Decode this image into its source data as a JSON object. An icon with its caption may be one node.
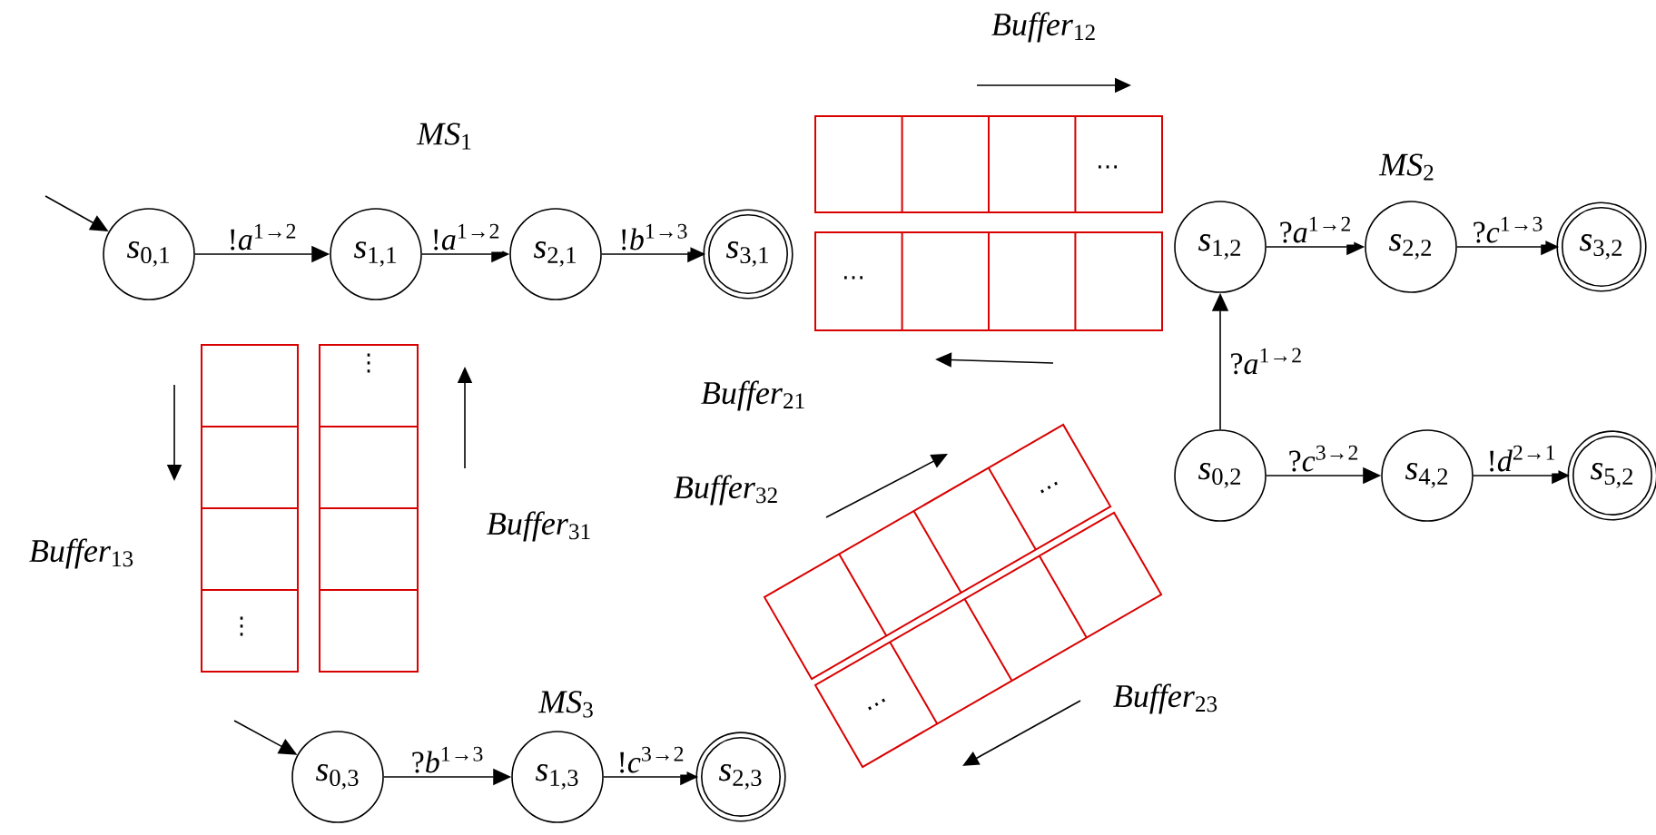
{
  "diagram": {
    "nodes": [
      {
        "text": [
          "*s*$_{0,1}$"
        ]
      },
      {
        "text": [
          "*s*$_{1,1}$"
        ]
      },
      {
        "text": [
          "*s*$_{2,1}$"
        ]
      },
      {
        "text": [
          "*s*$_{3,1}$"
        ]
      },
      {
        "text": [
          "*s*$_{1,2}$"
        ]
      },
      {
        "text": [
          "*s*$_{2,2}$"
        ]
      },
      {
        "text": [
          "*s*$_{3,2}$"
        ]
      },
      {
        "text": [
          "*s*$_{0,2}$"
        ]
      },
      {
        "text": [
          "*s*$_{4,2}$"
        ]
      },
      {
        "text": [
          "*s*$_{5,2}$"
        ]
      },
      {
        "text": [
          "*s*$_{0,3}$"
        ]
      },
      {
        "text": [
          "*s*$_{1,3}$"
        ]
      },
      {
        "text": [
          "*s*$_{2,3}$"
        ]
      }
    ],
    "edges": [
      {
        "from": null,
        "to": 0,
        "arrow": "to"
      },
      {
        "from": 0,
        "to": 1,
        "arrow": "to",
        "label": "!*a*$^{1→2}$"
      },
      {
        "from": 1,
        "to": 2,
        "arrow": "to",
        "label": "!*a*$^{1→2}$"
      },
      {
        "from": 2,
        "to": 3,
        "arrow": "to",
        "label": "!*b*$^{1→3}$"
      },
      {
        "from": 4,
        "to": 5,
        "arrow": "to",
        "label": "?*a*$^{1→2}$"
      },
      {
        "from": 5,
        "to": 6,
        "arrow": "to",
        "label": "?*c*$^{1→3}$"
      },
      {
        "from": 7,
        "to": 4,
        "arrow": "to",
        "label": "?*a*$^{1→2}$"
      },
      {
        "from": 7,
        "to": 8,
        "arrow": "to",
        "label": "?*c*$^{3→2}$"
      },
      {
        "from": 8,
        "to": 9,
        "arrow": "to",
        "label": "!*d*$^{2→1}$"
      },
      {
        "from": null,
        "to": 10,
        "arrow": "to"
      },
      {
        "from": 10,
        "to": 11,
        "arrow": "to",
        "label": "?*b*$^{1→3}$"
      },
      {
        "from": 11,
        "to": 12,
        "arrow": "to",
        "label": "!*c*$^{3→2}$"
      }
    ],
    "labels": [
      "*Buffer*$_{12}$",
      "*MS*$_{1}$",
      "*MS*$_{2}$",
      "…",
      "…",
      "⋮",
      "*Buffer*$_{21}$",
      "*Buffer*$_{32}$",
      "…",
      "*Buffer*$_{31}$",
      "*Buffer*$_{13}$",
      "⋮",
      "*Buffer*$_{23}$",
      "*MS*$_{3}$",
      "…"
    ]
  }
}
